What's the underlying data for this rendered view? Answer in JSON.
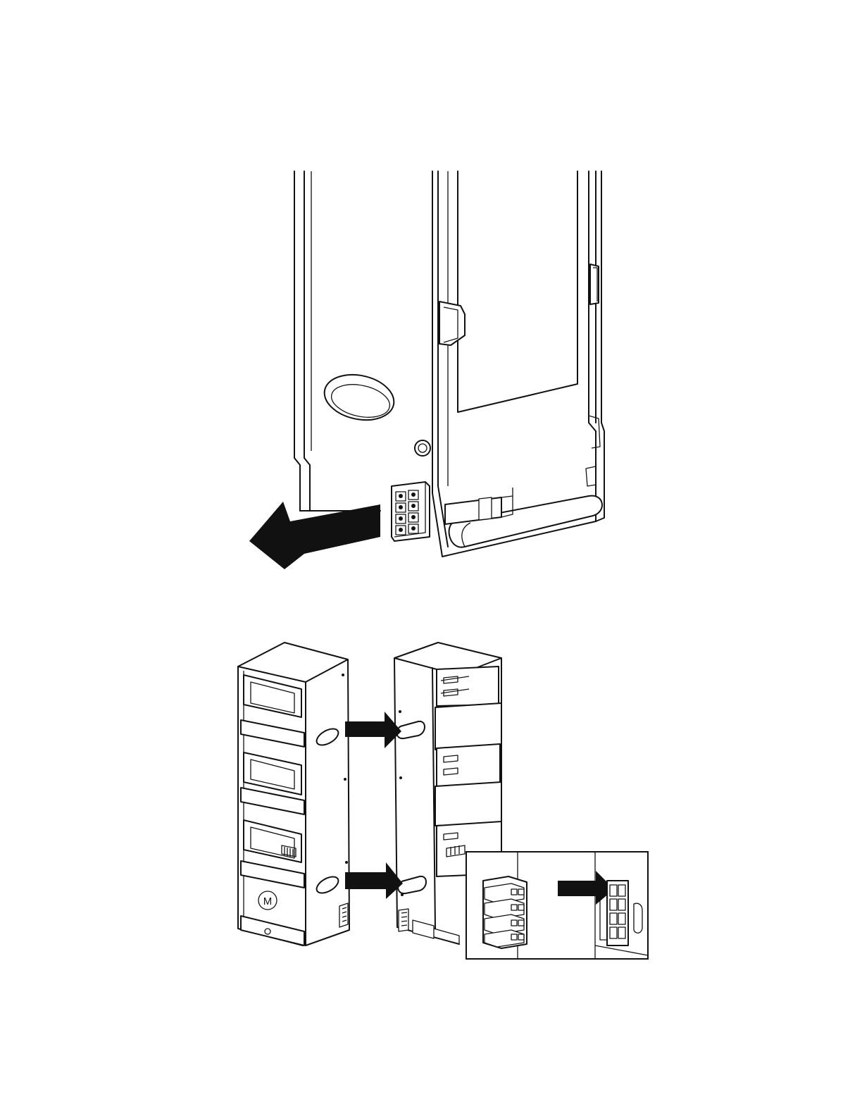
{
  "figures": [
    {
      "id": "disconnect-step",
      "arrow_direction": "left"
    },
    {
      "id": "connect-step",
      "arrow_direction": "right",
      "arrow_count": 2,
      "has_inset": true
    }
  ],
  "logo": {
    "text": "M",
    "shape": "circle"
  },
  "colors": {
    "line": "#111111",
    "background": "#ffffff",
    "arrow": "#111111"
  }
}
